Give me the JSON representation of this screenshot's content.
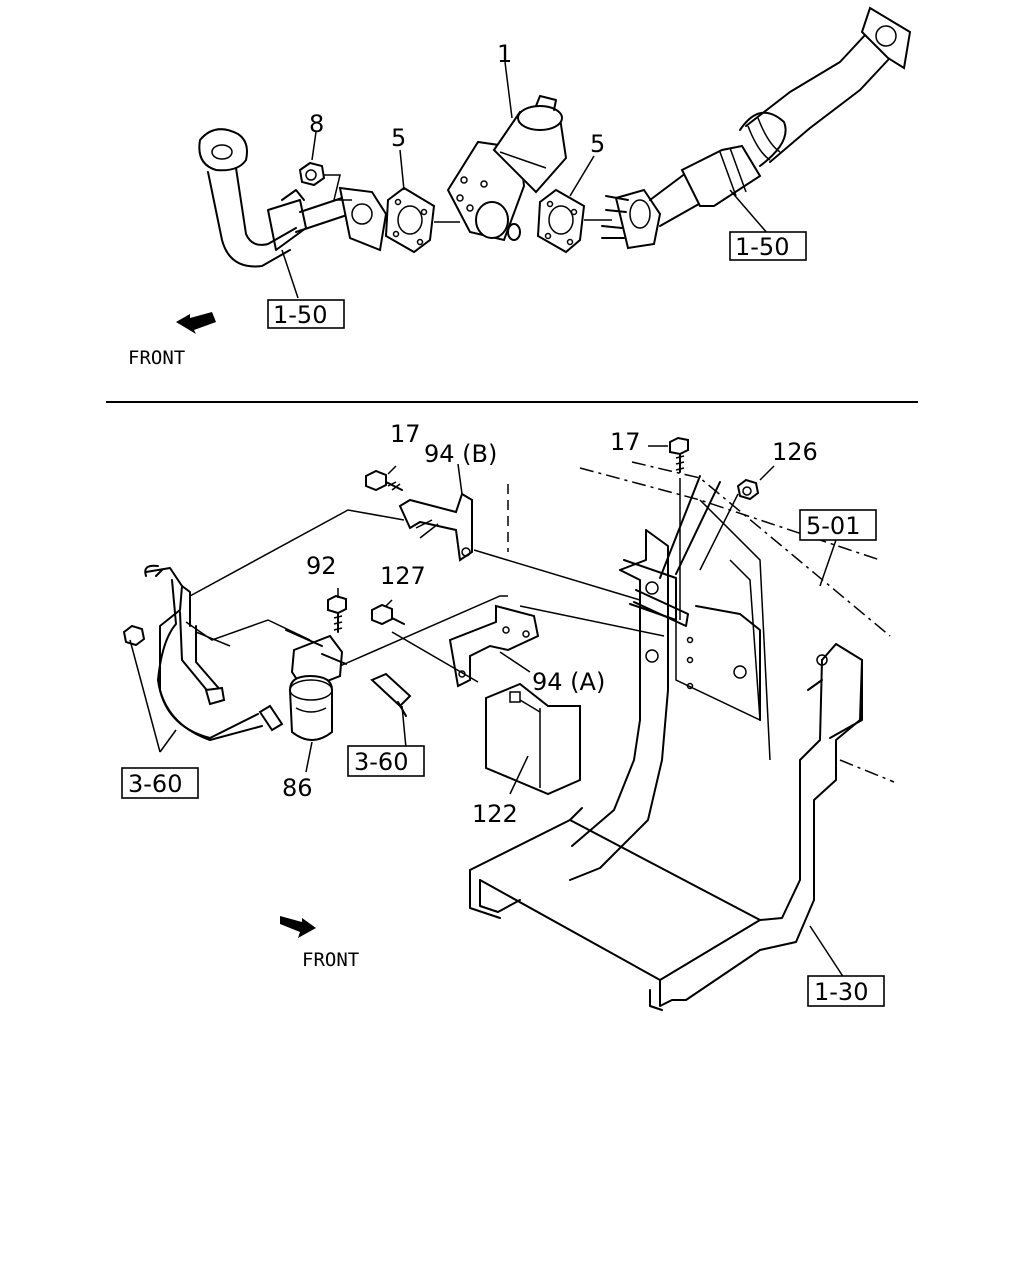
{
  "top": {
    "callouts": {
      "c1": "1",
      "c8": "8",
      "c5a": "5",
      "c5b": "5",
      "ref_right": "1-50",
      "ref_left": "1-50"
    },
    "front_label": "FRONT"
  },
  "bottom": {
    "callouts": {
      "c17a": "17",
      "c94b": "94 (B)",
      "c17b": "17",
      "c126": "126",
      "ref_501": "5-01",
      "c92": "92",
      "c127": "127",
      "c94a": "94 (A)",
      "ref_360_left": "3-60",
      "ref_360_right": "3-60",
      "c86": "86",
      "c122": "122",
      "ref_130": "1-30"
    },
    "front_label": "FRONT"
  }
}
